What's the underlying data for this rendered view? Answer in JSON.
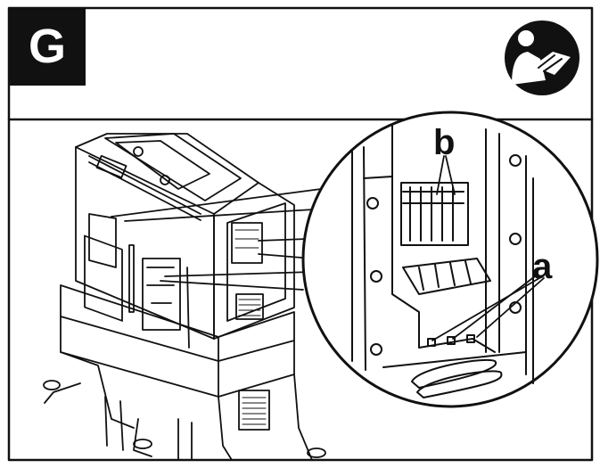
{
  "header": {
    "step_letter": "G",
    "manual_icon": "read-manual-icon"
  },
  "callouts": {
    "a": "a",
    "b": "b"
  },
  "colors": {
    "ink": "#111111",
    "paper": "#ffffff"
  }
}
